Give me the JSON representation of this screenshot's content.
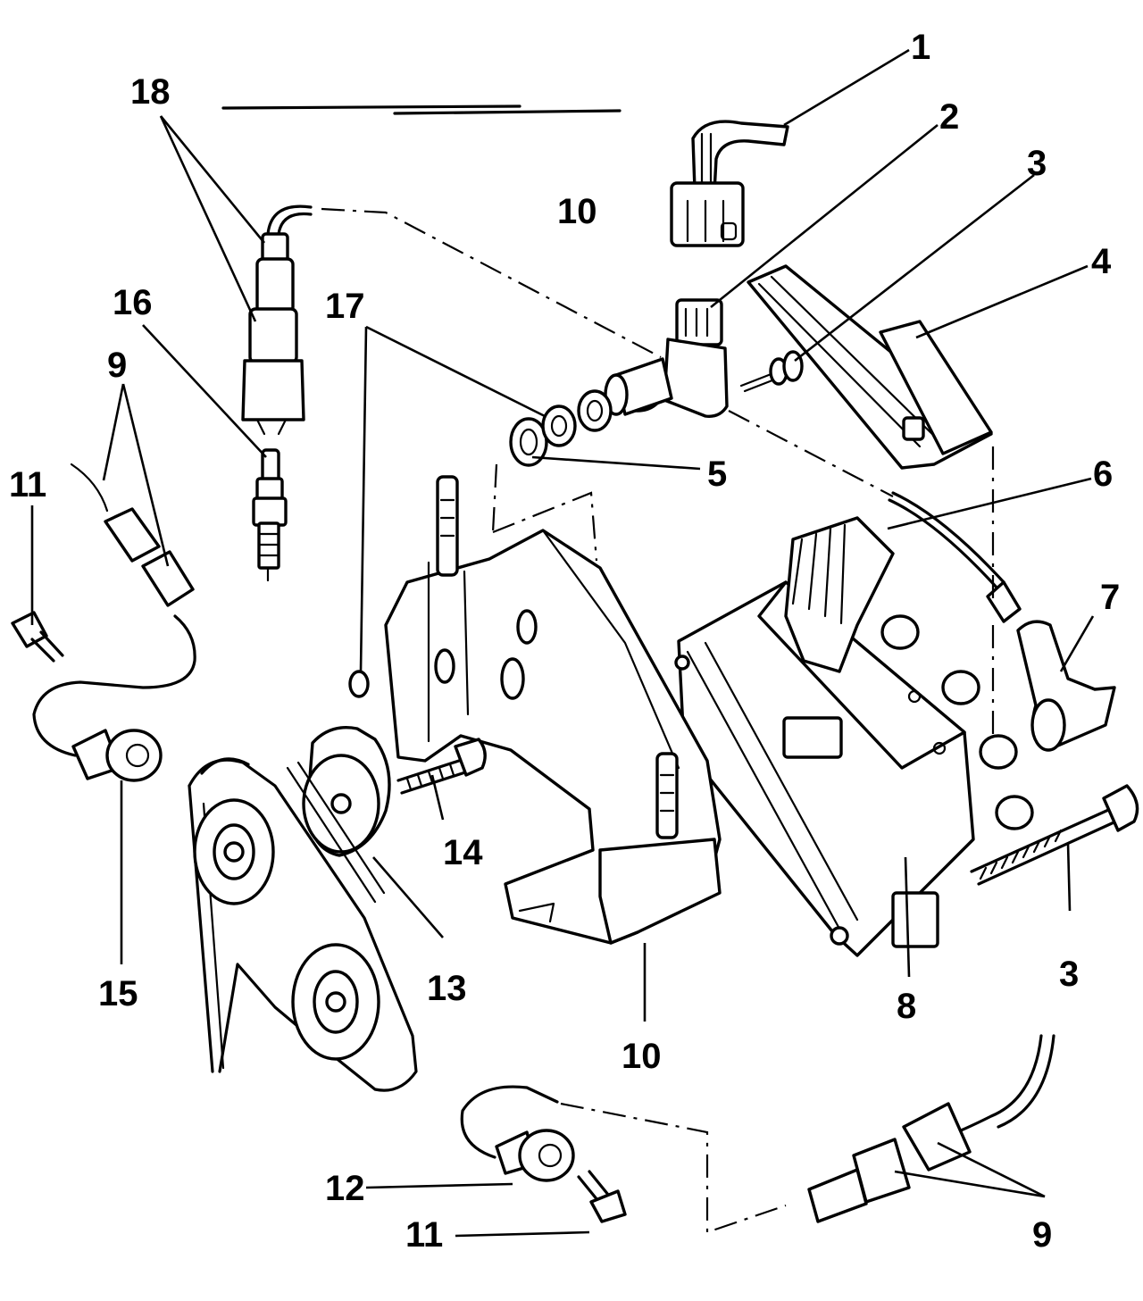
{
  "callouts": [
    {
      "id": "c1",
      "text": "1"
    },
    {
      "id": "c2",
      "text": "2"
    },
    {
      "id": "c3a",
      "text": "3"
    },
    {
      "id": "c4",
      "text": "4"
    },
    {
      "id": "c5",
      "text": "5"
    },
    {
      "id": "c6",
      "text": "6"
    },
    {
      "id": "c7",
      "text": "7"
    },
    {
      "id": "c8",
      "text": "8"
    },
    {
      "id": "c3b",
      "text": "3"
    },
    {
      "id": "c9a",
      "text": "9"
    },
    {
      "id": "c9b",
      "text": "9"
    },
    {
      "id": "c10a",
      "text": "10"
    },
    {
      "id": "c10b",
      "text": "10"
    },
    {
      "id": "c11a",
      "text": "11"
    },
    {
      "id": "c11b",
      "text": "11"
    },
    {
      "id": "c12",
      "text": "12"
    },
    {
      "id": "c13",
      "text": "13"
    },
    {
      "id": "c14",
      "text": "14"
    },
    {
      "id": "c15",
      "text": "15"
    },
    {
      "id": "c16",
      "text": "16"
    },
    {
      "id": "c17",
      "text": "17"
    },
    {
      "id": "c18",
      "text": "18"
    }
  ],
  "colors": {
    "ink": "#000000",
    "paper": "#ffffff"
  }
}
